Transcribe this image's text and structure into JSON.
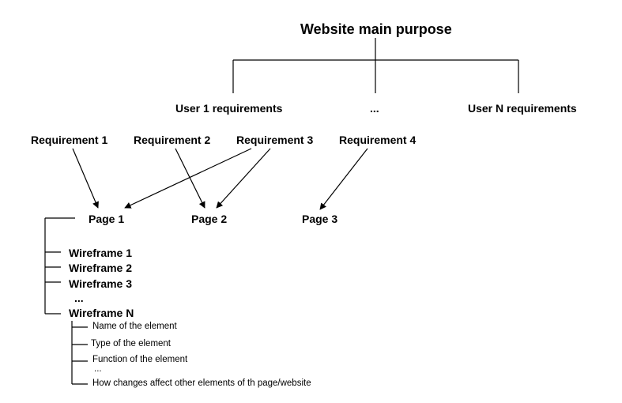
{
  "title": "Website main purpose",
  "users": [
    "User 1 requirements",
    "...",
    "User N requirements"
  ],
  "requirements": [
    "Requirement 1",
    "Requirement 2",
    "Requirement 3",
    "Requirement 4"
  ],
  "pages": [
    "Page 1",
    "Page 2",
    "Page 3"
  ],
  "wireframes": [
    "Wireframe 1",
    "Wireframe 2",
    "Wireframe 3",
    "...",
    "Wireframe N"
  ],
  "details": [
    "Name of the element",
    "Type of the element",
    "Function of the element",
    "...",
    "How changes affect other elements of th page/website"
  ]
}
